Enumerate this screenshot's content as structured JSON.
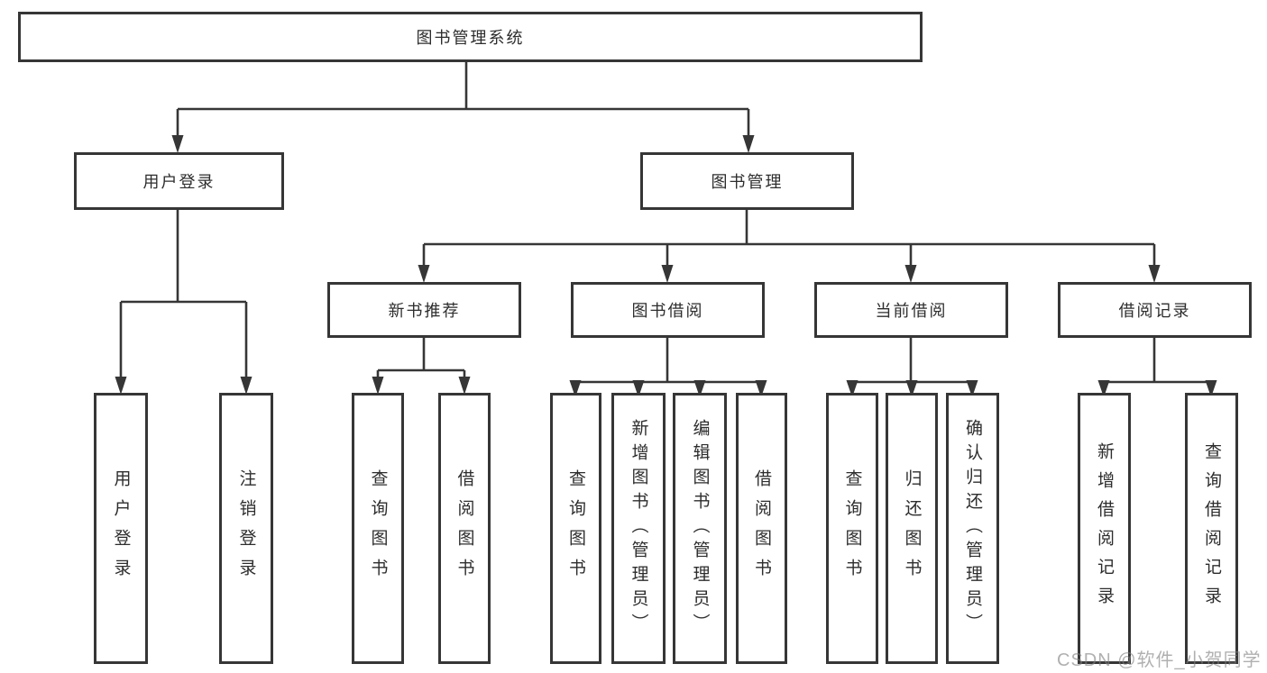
{
  "diagram": {
    "root": {
      "label": "图书管理系统"
    },
    "level2": [
      {
        "label": "用户登录",
        "parent": "图书管理系统"
      },
      {
        "label": "图书管理",
        "parent": "图书管理系统"
      }
    ],
    "level3": [
      {
        "label": "新书推荐",
        "parent": "图书管理"
      },
      {
        "label": "图书借阅",
        "parent": "图书管理"
      },
      {
        "label": "当前借阅",
        "parent": "图书管理"
      },
      {
        "label": "借阅记录",
        "parent": "图书管理"
      }
    ],
    "leaves": [
      {
        "label": "用户登录",
        "parent": "用户登录"
      },
      {
        "label": "注销登录",
        "parent": "用户登录"
      },
      {
        "label": "查询图书",
        "parent": "新书推荐"
      },
      {
        "label": "借阅图书",
        "parent": "新书推荐"
      },
      {
        "label": "查询图书",
        "parent": "图书借阅"
      },
      {
        "label": "新增图书（管理员）",
        "parent": "图书借阅"
      },
      {
        "label": "编辑图书（管理员）",
        "parent": "图书借阅"
      },
      {
        "label": "借阅图书",
        "parent": "图书借阅"
      },
      {
        "label": "查询图书",
        "parent": "当前借阅"
      },
      {
        "label": "归还图书",
        "parent": "当前借阅"
      },
      {
        "label": "确认归还（管理员）",
        "parent": "当前借阅"
      },
      {
        "label": "新增借阅记录",
        "parent": "借阅记录"
      },
      {
        "label": "查询借阅记录",
        "parent": "借阅记录"
      }
    ],
    "watermark": "CSDN @软件_小贺同学",
    "colors": {
      "line": "#363636",
      "text": "#2d2d2d",
      "background": "#ffffff",
      "watermark": "#808080"
    }
  }
}
